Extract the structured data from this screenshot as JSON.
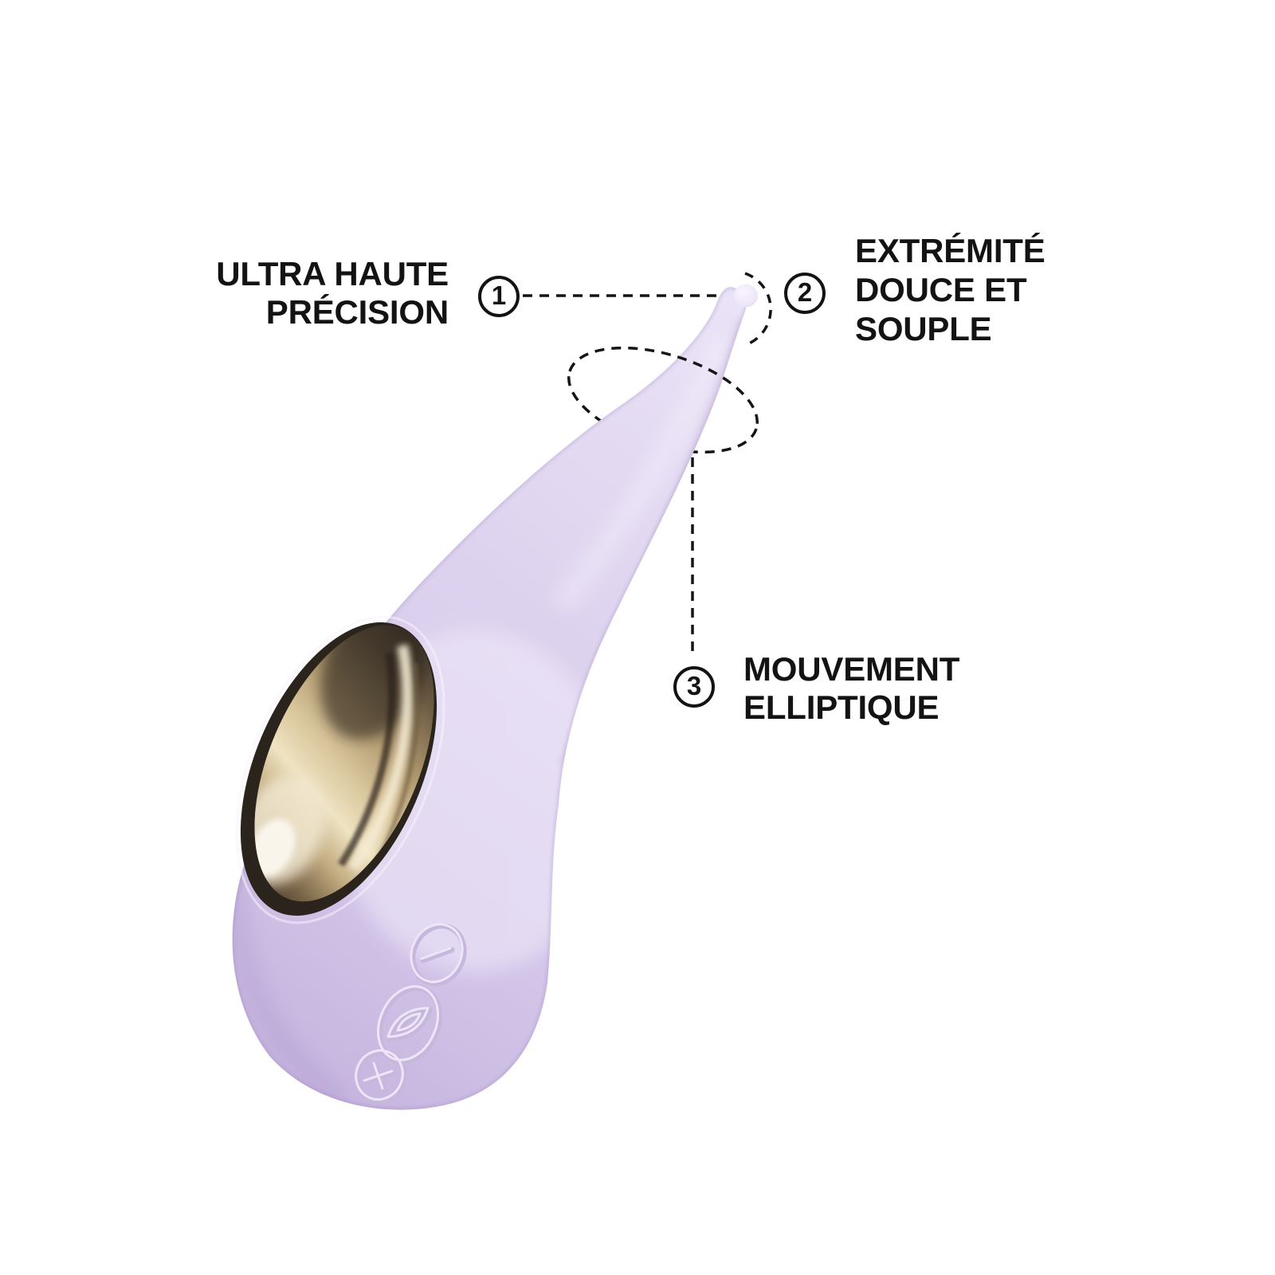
{
  "page": {
    "background": "#ffffff"
  },
  "colors": {
    "text": "#131313",
    "annotation_line": "#151515",
    "body_lilac": "#DCD1ED",
    "body_lilac_light": "#EAE3F6",
    "body_lilac_dark": "#C6B5DF",
    "tip_ball": "#F0EAFA",
    "metal_champagne_light": "#F2E8D0",
    "metal_champagne_mid": "#C3AE82",
    "metal_bronze_dark": "#2B241D"
  },
  "callouts": [
    {
      "number": "1",
      "lines": [
        "ULTRA HAUTE",
        "PRÉCISION"
      ]
    },
    {
      "number": "2",
      "lines": [
        "EXTRÉMITÉ",
        "DOUCE ET",
        "SOUPLE"
      ]
    },
    {
      "number": "3",
      "lines": [
        "MOUVEMENT",
        "ELLIPTIQUE"
      ]
    }
  ],
  "device": {
    "name": "lilac-teardrop-massager",
    "controls": [
      {
        "icon": "minus"
      },
      {
        "icon": "power-leaf"
      },
      {
        "icon": "plus"
      }
    ]
  }
}
